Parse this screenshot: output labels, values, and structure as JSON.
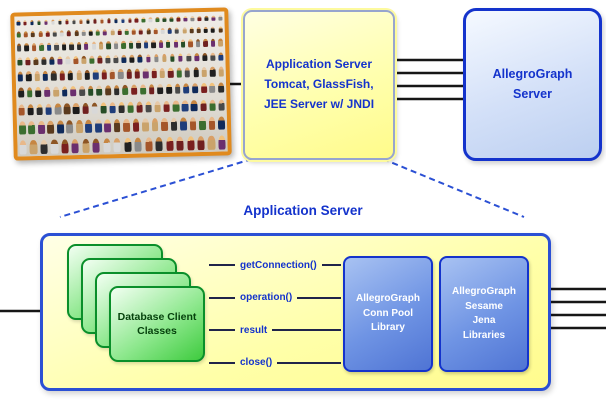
{
  "colors": {
    "accent_blue_text": "#1433cc",
    "box_border_blue": "#2b50d4",
    "yellow_fill": "#ffffae",
    "green_box_border": "#0a8f2a",
    "photo_frame_orange": "#e08a1e"
  },
  "top": {
    "app_server": {
      "text": "Application Server\nTomcat, GlassFish,\nJEE Server w/ JNDI"
    },
    "allegrograph_server": {
      "text": "AllegroGraph\nServer"
    }
  },
  "bottom": {
    "title": "Application Server",
    "client_classes": {
      "text": "Database Client\nClasses"
    },
    "methods": [
      "getConnection()",
      "operation()",
      "result",
      "close()"
    ],
    "conn_pool_library": {
      "text": "AllegroGraph\nConn Pool\nLibrary"
    },
    "sesame_jena_libraries": {
      "text": "AllegroGraph\nSesame\nJena\nLibraries"
    }
  }
}
